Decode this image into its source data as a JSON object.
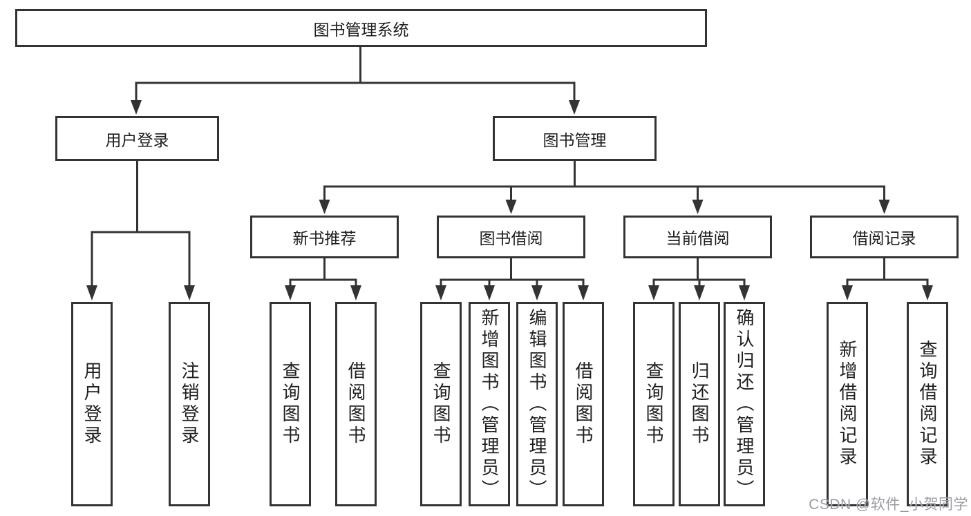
{
  "diagram": {
    "root": {
      "label": "图书管理系统"
    },
    "branches": {
      "user_login": {
        "label": "用户登录",
        "children": {
          "login": {
            "label": "用户登录"
          },
          "logout": {
            "label": "注销登录"
          }
        }
      },
      "book_management": {
        "label": "图书管理",
        "children": {
          "new_book_recommend": {
            "label": "新书推荐",
            "children": {
              "query_books": {
                "label": "查询图书"
              },
              "borrow_books": {
                "label": "借阅图书"
              }
            }
          },
          "book_borrowing": {
            "label": "图书借阅",
            "children": {
              "query_books": {
                "label": "查询图书"
              },
              "add_books_admin": {
                "label": "新增图书（管理员）"
              },
              "edit_books_admin": {
                "label": "编辑图书（管理员）"
              },
              "borrow_books": {
                "label": "借阅图书"
              }
            }
          },
          "current_borrowing": {
            "label": "当前借阅",
            "children": {
              "query_books": {
                "label": "查询图书"
              },
              "return_books": {
                "label": "归还图书"
              },
              "confirm_return_admin": {
                "label": "确认归还（管理员）"
              }
            }
          },
          "borrowing_records": {
            "label": "借阅记录",
            "children": {
              "add_record": {
                "label": "新增借阅记录"
              },
              "query_record": {
                "label": "查询借阅记录"
              }
            }
          }
        }
      }
    },
    "watermark": {
      "text": "CSDN @软件_小贺同学"
    },
    "colors": {
      "line": "#333333",
      "box_border": "#333333",
      "text": "#1f1f1f",
      "watermark": "#9b9ba3",
      "background": "#ffffff"
    }
  }
}
